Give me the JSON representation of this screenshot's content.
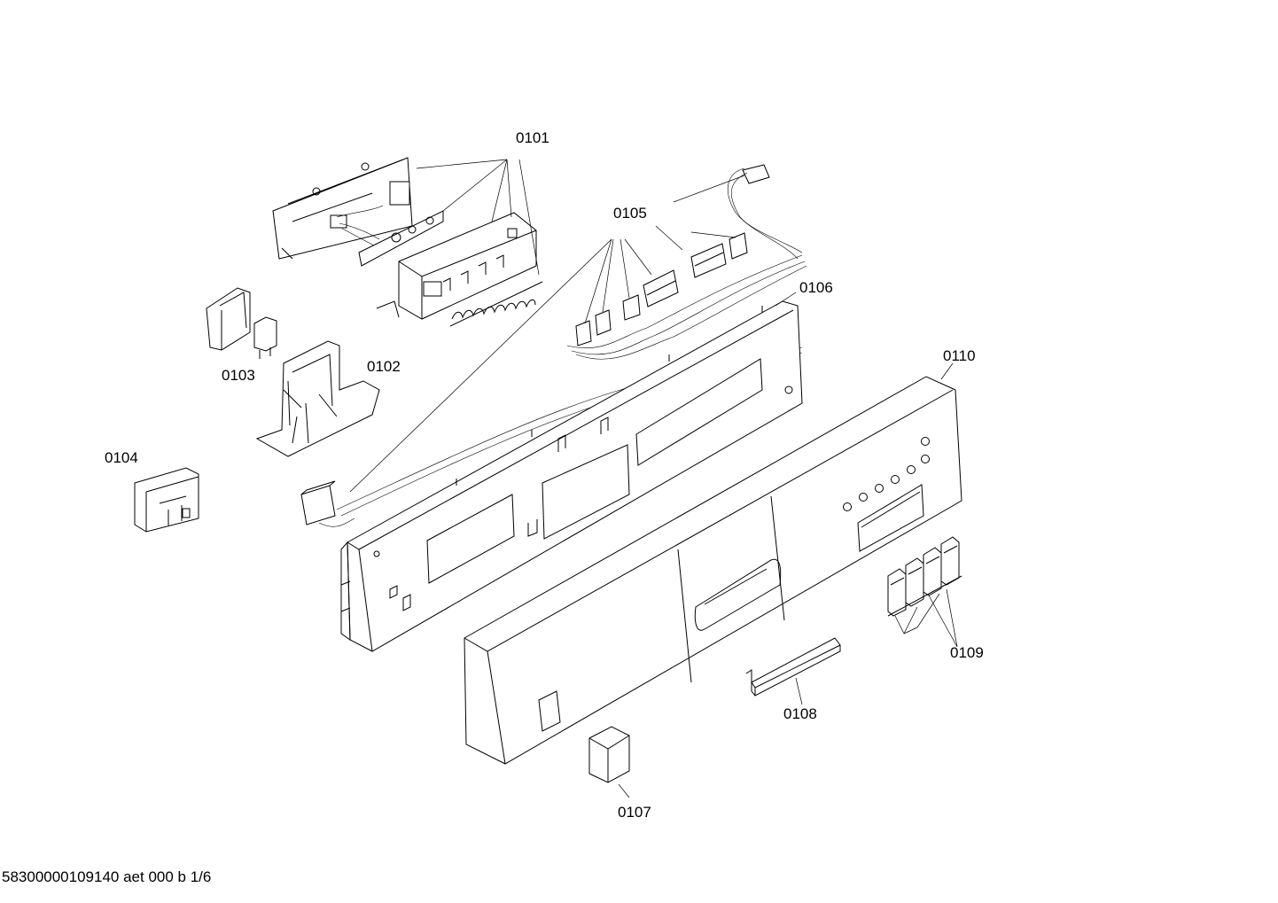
{
  "diagram": {
    "parts": {
      "p0101": "0101",
      "p0102": "0102",
      "p0103": "0103",
      "p0104": "0104",
      "p0105": "0105",
      "p0106": "0106",
      "p0107": "0107",
      "p0108": "0108",
      "p0109": "0109",
      "p0110": "0110"
    }
  },
  "footer": {
    "doc_ref": "58300000109140 aet 000 b 1/6"
  }
}
